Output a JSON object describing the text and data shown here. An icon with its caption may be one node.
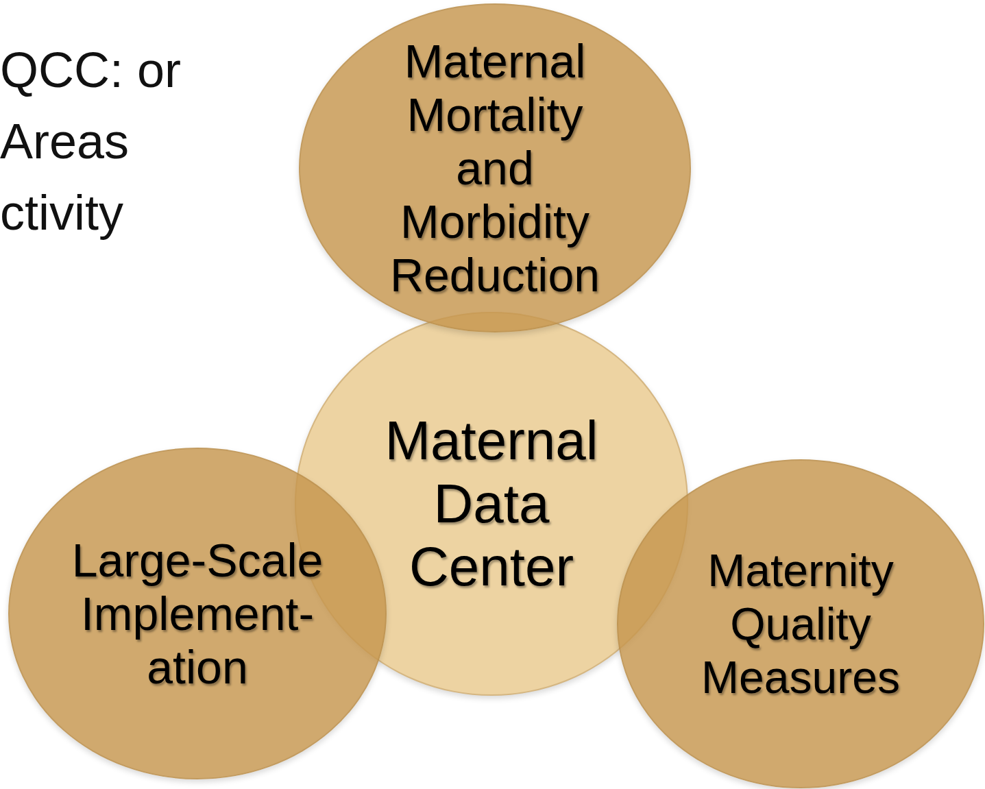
{
  "diagram": {
    "title": "QCC: or Areas ctivity",
    "nodes": [
      {
        "text": [
          "Maternal Mortality and Morbidity Reduction"
        ]
      },
      {
        "text": [
          "Maternal Data Center"
        ]
      },
      {
        "text": [
          "Large-Scale Implement-ation"
        ]
      },
      {
        "text": [
          "Maternity Quality Measures"
        ]
      }
    ]
  }
}
